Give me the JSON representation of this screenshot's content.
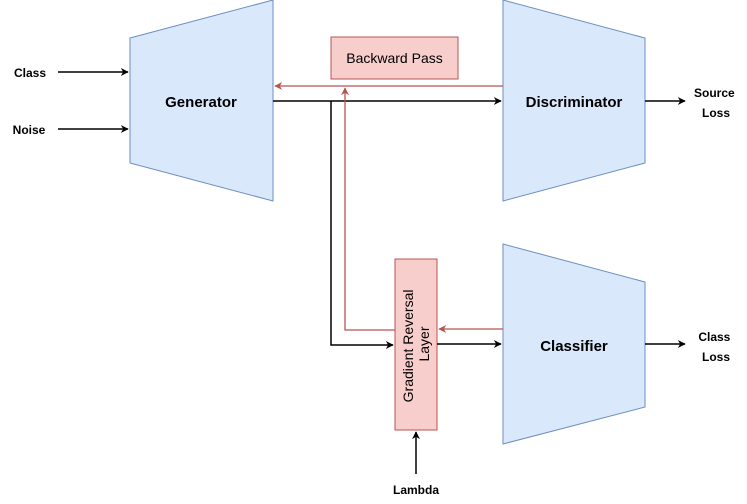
{
  "diagram": {
    "blocks": {
      "generator": "Generator",
      "discriminator": "Discriminator",
      "classifier": "Classifier"
    },
    "inputs": {
      "class": "Class",
      "noise": "Noise",
      "lambda": "Lambda"
    },
    "outputs": {
      "source_loss_line1": "Source",
      "source_loss_line2": "Loss",
      "class_loss_line1": "Class",
      "class_loss_line2": "Loss"
    },
    "backward_pass": "Backward Pass",
    "gradient_reversal_line1": "Gradient Reversal",
    "gradient_reversal_line2": "Layer"
  },
  "colors": {
    "block_fill": "#dae8fc",
    "block_stroke": "#6c8ebf",
    "red_fill": "#f8cecc",
    "red_stroke": "#b85450",
    "arrow": "#000000"
  }
}
